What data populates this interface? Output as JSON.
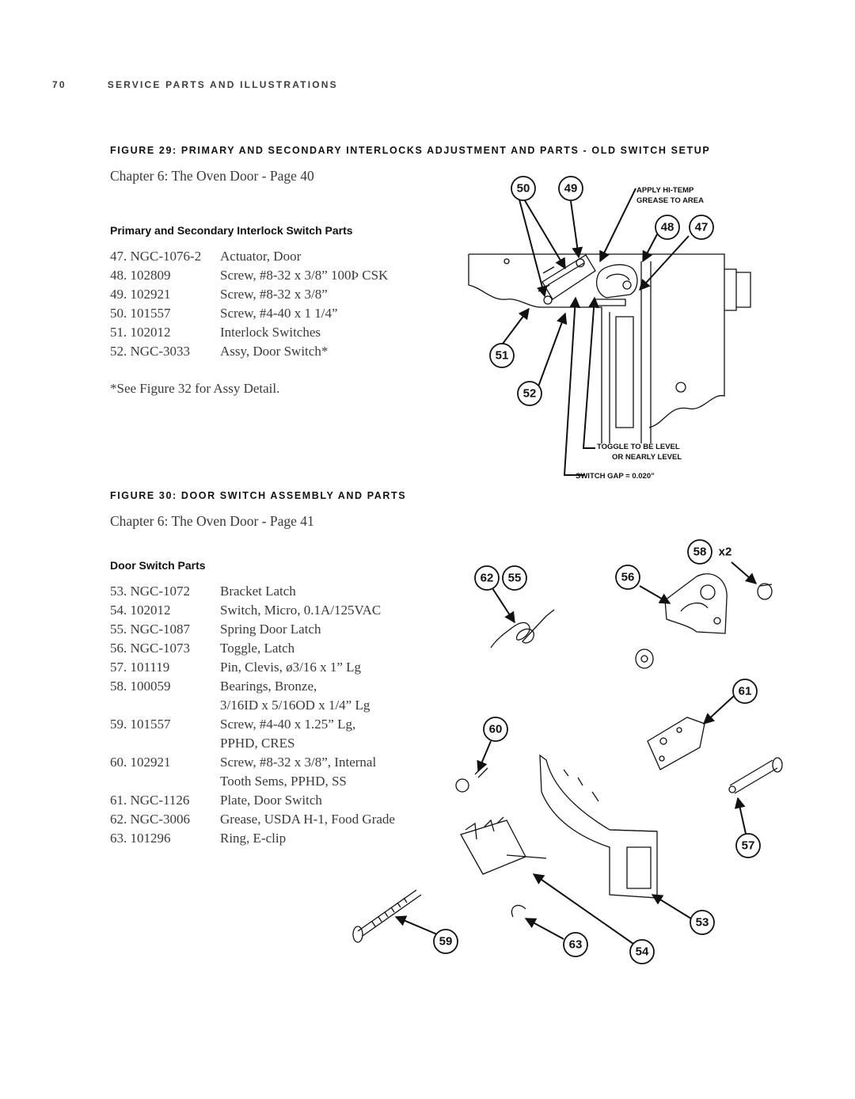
{
  "header": {
    "page_number": "70",
    "section": "SERVICE PARTS AND ILLUSTRATIONS"
  },
  "figure29": {
    "title": "FIGURE 29: PRIMARY AND SECONDARY INTERLOCKS ADJUSTMENT AND PARTS - OLD SWITCH SETUP",
    "chapter_ref": "Chapter 6: The Oven Door - Page 40",
    "parts_heading": "Primary and Secondary Interlock Switch  Parts",
    "parts": [
      {
        "num": "47. NGC-1076-2",
        "desc": "Actuator, Door"
      },
      {
        "num": "48. 102809",
        "desc": "Screw, #8-32 x 3/8” 100Þ CSK"
      },
      {
        "num": "49. 102921",
        "desc": "Screw, #8-32 x 3/8”"
      },
      {
        "num": "50. 101557",
        "desc": "Screw, #4-40 x 1 1/4”"
      },
      {
        "num": "51. 102012",
        "desc": "Interlock Switches"
      },
      {
        "num": "52. NGC-3033",
        "desc": "Assy, Door Switch*"
      }
    ],
    "note": "*See Figure 32 for Assy Detail.",
    "callouts": {
      "grease_1": "APPLY HI-TEMP",
      "grease_2": "GREASE TO AREA",
      "toggle_1": "TOGGLE TO BE  LEVEL",
      "toggle_2": "OR NEARLY LEVEL",
      "gap": "SWITCH GAP = 0.020”"
    },
    "bubbles": {
      "b50": "50",
      "b49": "49",
      "b48": "48",
      "b47": "47",
      "b51": "51",
      "b52": "52"
    }
  },
  "figure30": {
    "title": "FIGURE 30: DOOR SWITCH ASSEMBLY AND PARTS",
    "chapter_ref": "Chapter 6: The Oven Door - Page 41",
    "parts_heading": "Door Switch Parts",
    "parts": [
      {
        "num": "53. NGC-1072",
        "desc": "Bracket Latch"
      },
      {
        "num": "54. 102012",
        "desc": "Switch, Micro, 0.1A/125VAC"
      },
      {
        "num": "55. NGC-1087",
        "desc": "Spring Door Latch"
      },
      {
        "num": "56. NGC-1073",
        "desc": "Toggle, Latch"
      },
      {
        "num": "57. 101119",
        "desc": "Pin, Clevis, ø3/16 x 1” Lg"
      },
      {
        "num": "58. 100059",
        "desc": "Bearings, Bronze,"
      },
      {
        "num": "",
        "desc": "3/16ID x 5/16OD x 1/4” Lg"
      },
      {
        "num": "59. 101557",
        "desc": "Screw, #4-40 x 1.25” Lg,"
      },
      {
        "num": "",
        "desc": "PPHD, CRES"
      },
      {
        "num": "60. 102921",
        "desc": "Screw, #8-32 x 3/8”, Internal"
      },
      {
        "num": "",
        "desc": "Tooth Sems, PPHD, SS"
      },
      {
        "num": "61. NGC-1126",
        "desc": "Plate, Door Switch"
      },
      {
        "num": "62. NGC-3006",
        "desc": "Grease, USDA H-1, Food Grade"
      },
      {
        "num": "63. 101296",
        "desc": "Ring, E-clip"
      }
    ],
    "bubbles": {
      "b62": "62",
      "b55": "55",
      "b56": "56",
      "b58": "58",
      "x2": "x2",
      "b61": "61",
      "b60": "60",
      "b57": "57",
      "b53": "53",
      "b59": "59",
      "b63": "63",
      "b54": "54"
    }
  }
}
